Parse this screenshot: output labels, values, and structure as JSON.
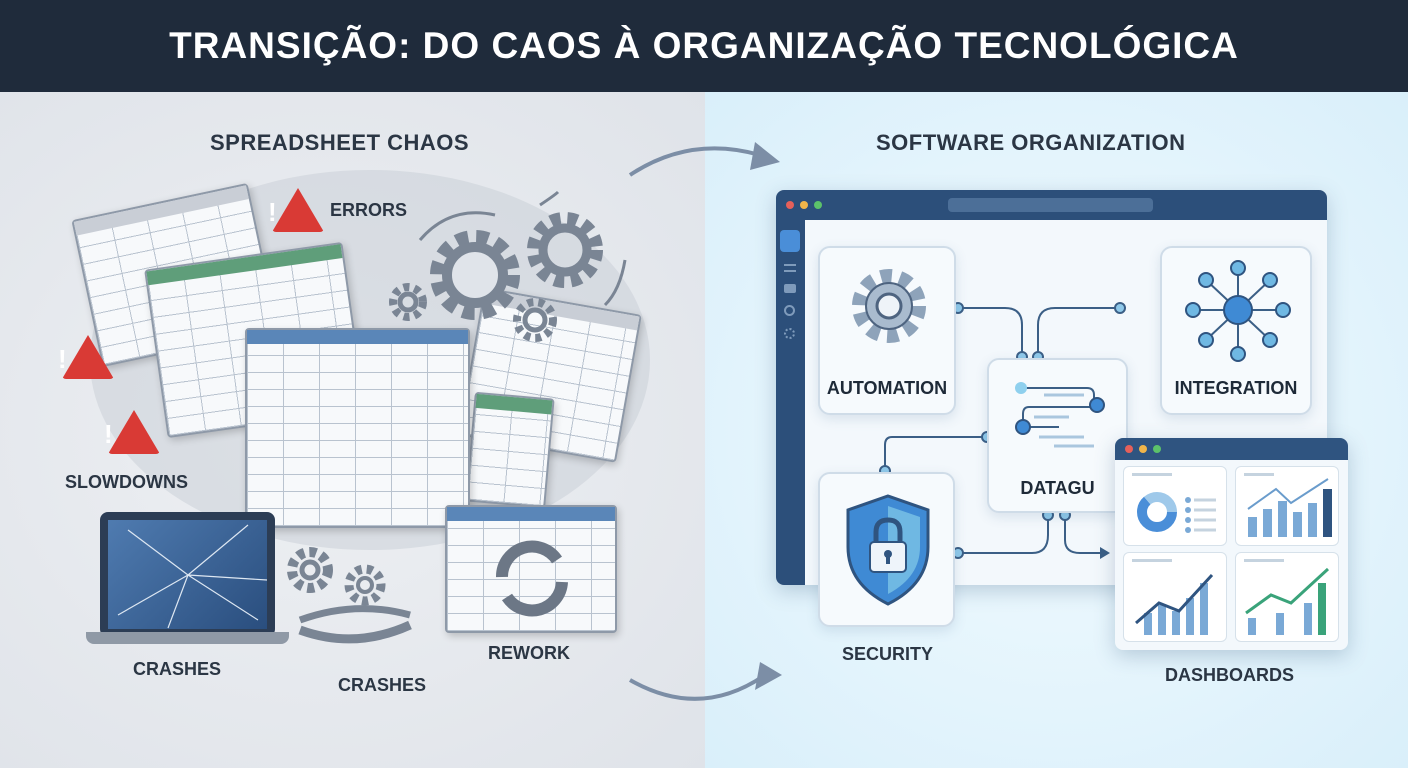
{
  "title": "TRANSIÇÃO: DO CAOS À ORGANIZAÇÃO TECNOLÓGICA",
  "left": {
    "heading": "SPREADSHEET CHAOS",
    "labels": {
      "errors": "ERRORS",
      "slowdowns": "SLOWDOWNS",
      "crashes_laptop": "CRASHES",
      "crashes_gears": "CRASHES",
      "rework": "REWORK"
    },
    "warning_glyph": "!"
  },
  "right": {
    "heading": "SOFTWARE ORGANIZATION",
    "cards": {
      "automation": "AUTOMATION",
      "integration": "INTEGRATION",
      "datagu": "DATAGU",
      "security": "SECURITY"
    },
    "dashboards": "DASHBOARDS"
  },
  "colors": {
    "title_bg": "#1f2b3b",
    "accent": "#2f5480",
    "warning": "#d93a35",
    "success": "#3aa37a"
  }
}
